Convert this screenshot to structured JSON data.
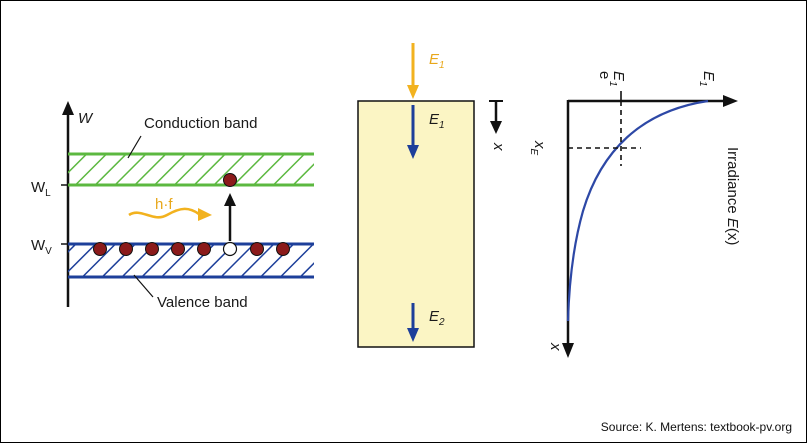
{
  "band_panel": {
    "energy_axis": "W",
    "conduction_band": "Conduction band",
    "valence_band": "Valence band",
    "level_conduction": {
      "symbol": "W",
      "subscript": "L"
    },
    "level_valence": {
      "symbol": "W",
      "subscript": "V"
    },
    "photon": "h·f"
  },
  "slab_panel": {
    "incident": {
      "symbol": "E",
      "subscript": "1"
    },
    "inside_top": {
      "symbol": "E",
      "subscript": "1"
    },
    "inside_bottom": {
      "symbol": "E",
      "subscript": "2"
    },
    "depth_axis": "x"
  },
  "irradiance_panel": {
    "axis_label_prefix": "Irradiance ",
    "axis_label_var": "E",
    "axis_label_suffix": "(x)",
    "peak_label": {
      "symbol": "E",
      "subscript": "1"
    },
    "decay_label": {
      "symbol": "E",
      "subscript": "1",
      "prefix": "e"
    },
    "depth_marker": {
      "symbol": "x",
      "subscript": "E"
    },
    "depth_axis": "x"
  },
  "source": "Source: K. Mertens: textbook-pv.org",
  "colors": {
    "conduction": "#5cb840",
    "valence": "#1d3f9a",
    "electron": "#8b1a1a",
    "photon": "#f2b21f",
    "slab_fill": "#fbf5c4",
    "curve": "#2d48a6"
  }
}
